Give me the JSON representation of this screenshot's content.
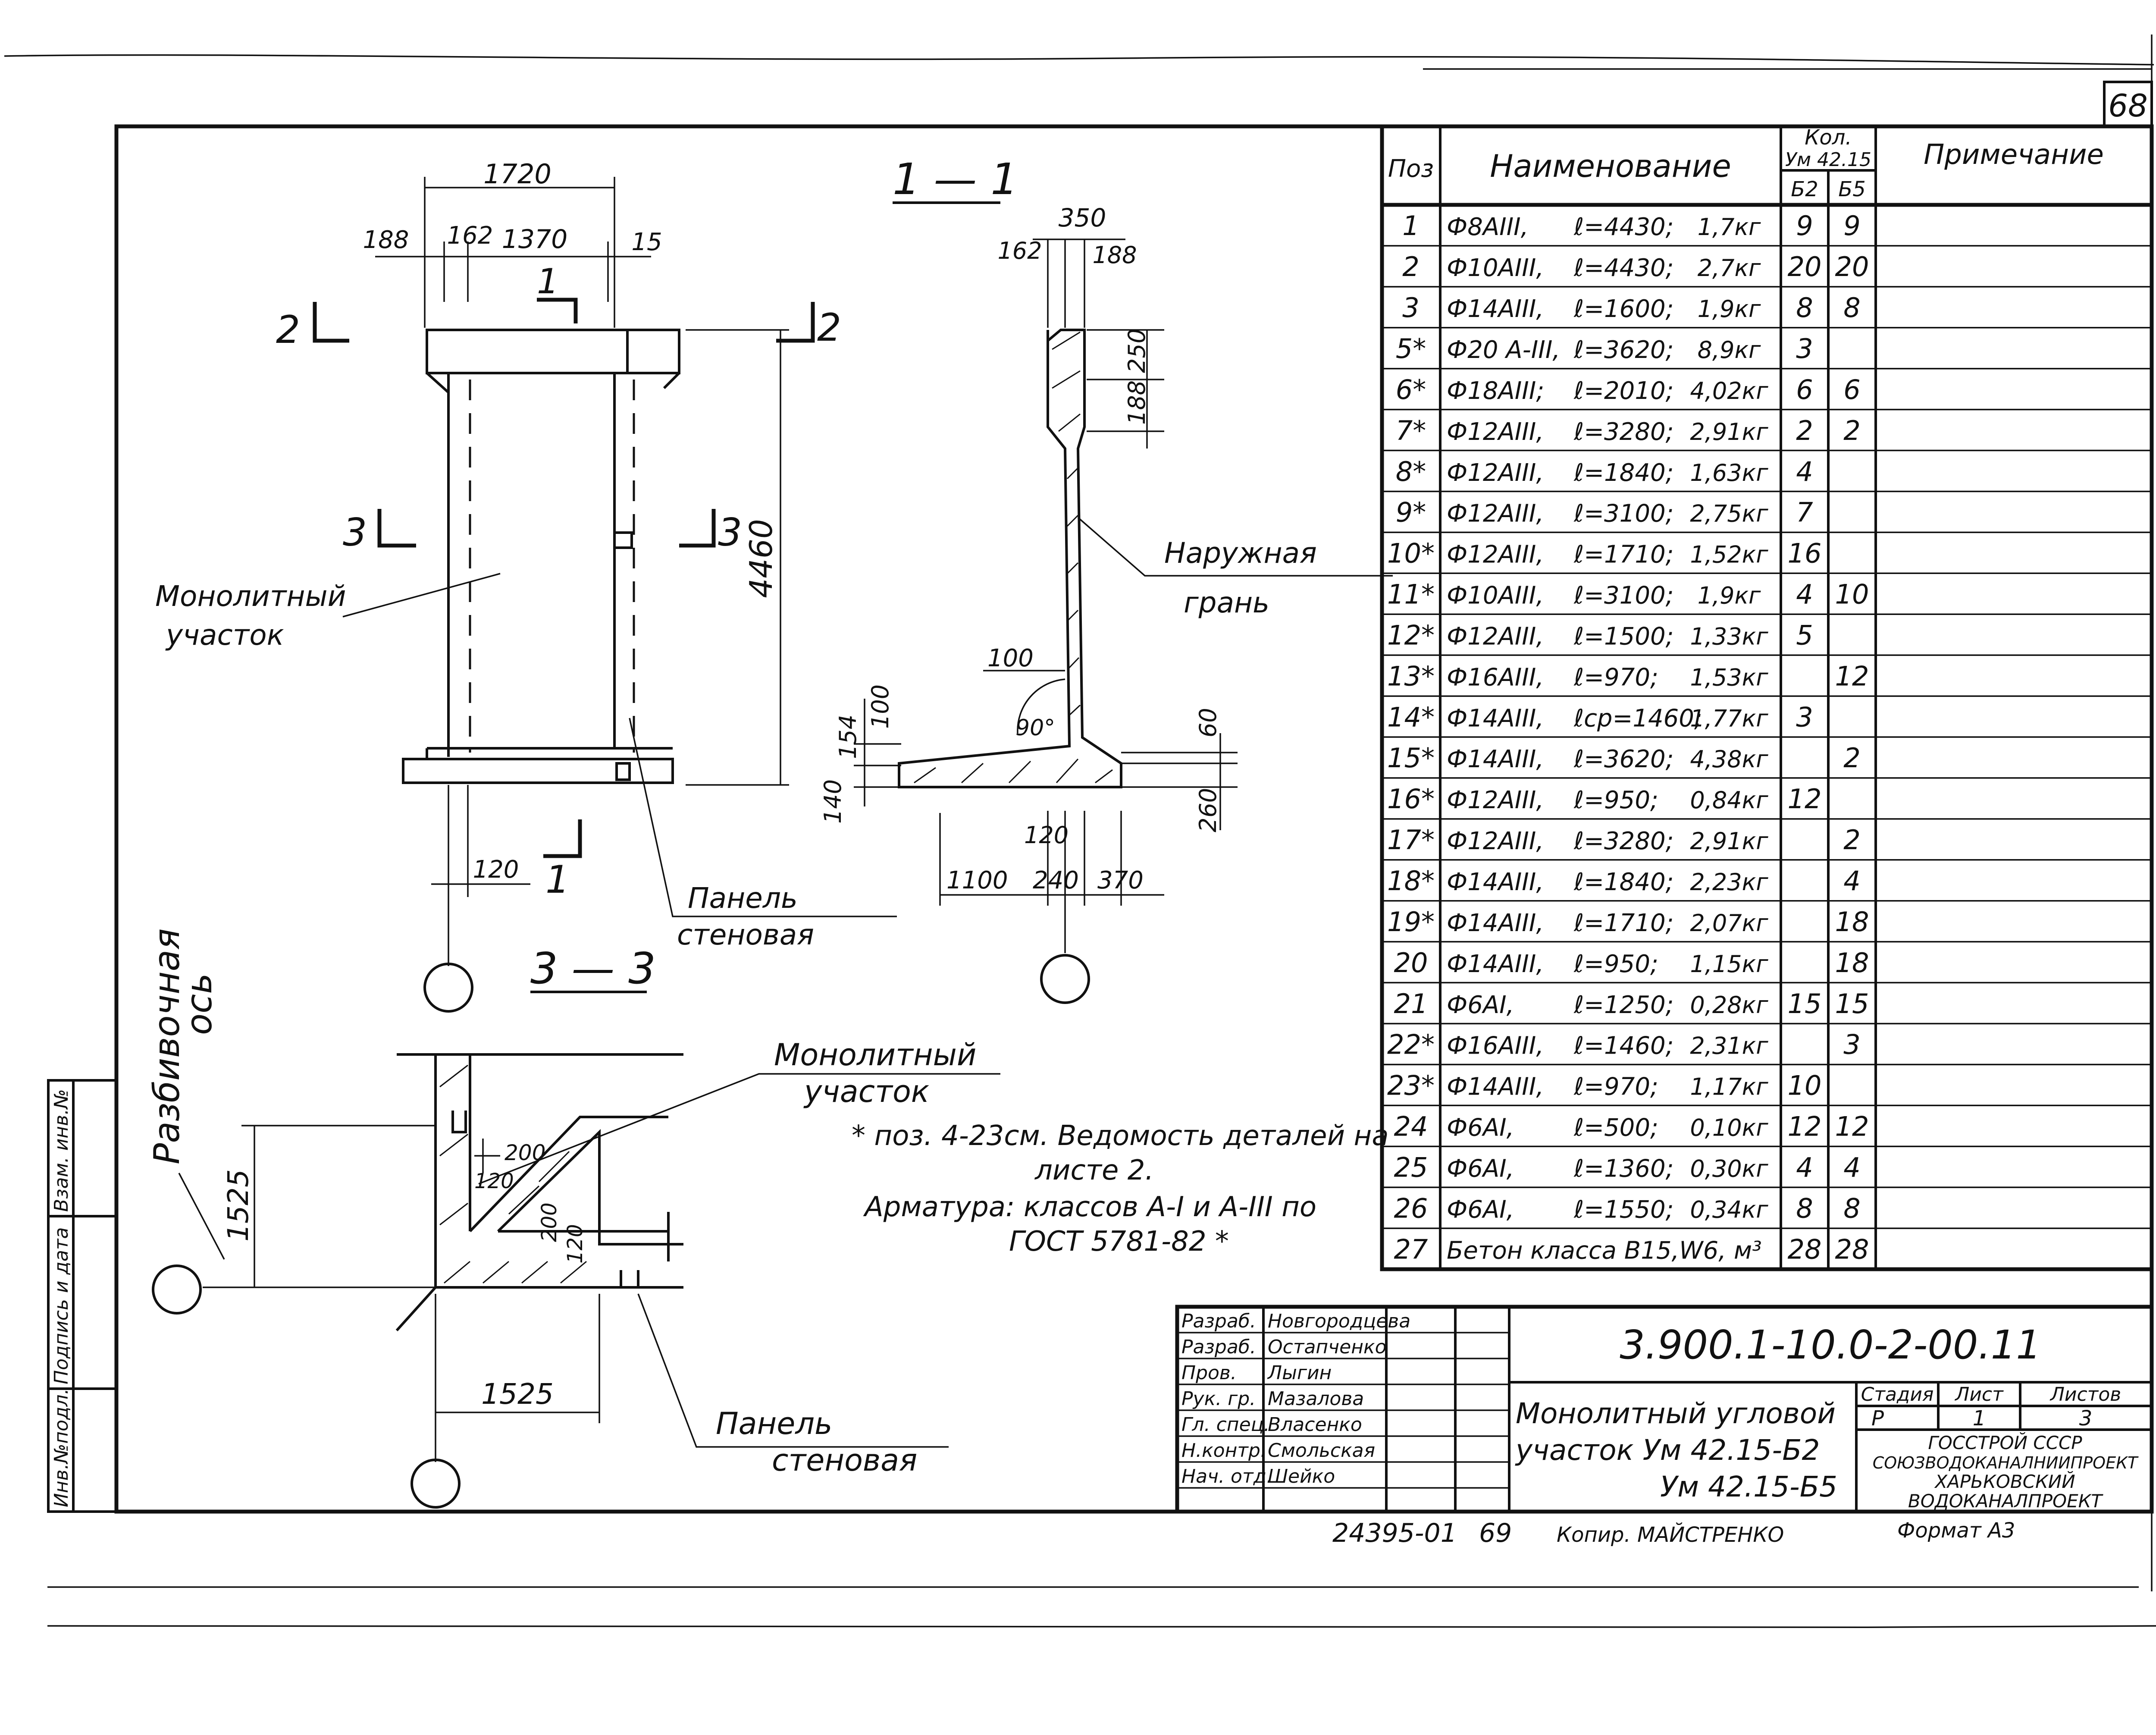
{
  "sheet_number": "68",
  "views": {
    "plan": {
      "dims": {
        "d1720": "1720",
        "d188": "188",
        "d162": "162",
        "d1370": "1370",
        "d15": "15",
        "d4460": "4460",
        "d120": "120"
      },
      "section_marks": {
        "s1_top": "1",
        "s1_bottom": "1",
        "s2_left": "2",
        "s2_right": "2",
        "s3_left": "3",
        "s3_right": "3"
      },
      "labels": {
        "monolith_1": "Монолитный",
        "monolith_2": "участок",
        "panel_1": "Панель",
        "panel_2": "стеновая",
        "axis_1": "Разбивочная",
        "axis_2": "ось"
      }
    },
    "section_1_1": {
      "title": "1 — 1",
      "dims": {
        "d350": "350",
        "d162": "162",
        "d188": "188",
        "d250": "250",
        "d188b": "188",
        "d100a": "100",
        "d90": "90°",
        "d154": "154",
        "d100b": "100",
        "d140": "140",
        "d60": "60",
        "d260": "260",
        "d120": "120",
        "d1100": "1100",
        "d240": "240",
        "d370": "370"
      },
      "labels": {
        "outer_1": "Наружная",
        "outer_2": "грань"
      }
    },
    "section_3_3": {
      "title": "3 — 3",
      "dims": {
        "d200": "200",
        "d120": "120",
        "d200b": "200",
        "d120b": "120",
        "d1525v": "1525",
        "d1525h": "1525"
      },
      "labels": {
        "monolith_1": "Монолитный",
        "monolith_2": "участок",
        "panel_1": "Панель",
        "panel_2": "стеновая"
      }
    }
  },
  "notes": {
    "line1": "* поз. 4-23см. Ведомость деталей на",
    "line2": "листе 2.",
    "line3": "Арматура: классов А-I и А-III по",
    "line4": "ГОСТ 5781-82 *"
  },
  "spec_table": {
    "headers": {
      "pos": "Поз",
      "name": "Наименование",
      "qty": "Кол.",
      "qty_sub": "Ум 42.15",
      "col_b2": "Б2",
      "col_b5": "Б5",
      "note": "Примечание"
    },
    "rows": [
      {
        "pos": "1",
        "name": "Ф8АIII,",
        "len": "ℓ=4430;",
        "mass": "1,7кг",
        "b2": "9",
        "b5": "9"
      },
      {
        "pos": "2",
        "name": "Ф10АIII,",
        "len": "ℓ=4430;",
        "mass": "2,7кг",
        "b2": "20",
        "b5": "20"
      },
      {
        "pos": "3",
        "name": "Ф14АIII,",
        "len": "ℓ=1600;",
        "mass": "1,9кг",
        "b2": "8",
        "b5": "8"
      },
      {
        "pos": "5*",
        "name": "Ф20 А-III,",
        "len": "ℓ=3620;",
        "mass": "8,9кг",
        "b2": "3",
        "b5": ""
      },
      {
        "pos": "6*",
        "name": "Ф18АIII;",
        "len": "ℓ=2010;",
        "mass": "4,02кг",
        "b2": "6",
        "b5": "6"
      },
      {
        "pos": "7*",
        "name": "Ф12АIII,",
        "len": "ℓ=3280;",
        "mass": "2,91кг",
        "b2": "2",
        "b5": "2"
      },
      {
        "pos": "8*",
        "name": "Ф12АIII,",
        "len": "ℓ=1840;",
        "mass": "1,63кг",
        "b2": "4",
        "b5": ""
      },
      {
        "pos": "9*",
        "name": "Ф12АIII,",
        "len": "ℓ=3100;",
        "mass": "2,75кг",
        "b2": "7",
        "b5": ""
      },
      {
        "pos": "10*",
        "name": "Ф12АIII,",
        "len": "ℓ=1710;",
        "mass": "1,52кг",
        "b2": "16",
        "b5": ""
      },
      {
        "pos": "11*",
        "name": "Ф10АIII,",
        "len": "ℓ=3100;",
        "mass": "1,9кг",
        "b2": "4",
        "b5": "10"
      },
      {
        "pos": "12*",
        "name": "Ф12АIII,",
        "len": "ℓ=1500;",
        "mass": "1,33кг",
        "b2": "5",
        "b5": ""
      },
      {
        "pos": "13*",
        "name": "Ф16АIII,",
        "len": "ℓ=970;",
        "mass": "1,53кг",
        "b2": "",
        "b5": "12"
      },
      {
        "pos": "14*",
        "name": "Ф14АIII,",
        "len": "ℓср=1460;",
        "mass": "1,77кг",
        "b2": "3",
        "b5": ""
      },
      {
        "pos": "15*",
        "name": "Ф14АIII,",
        "len": "ℓ=3620;",
        "mass": "4,38кг",
        "b2": "",
        "b5": "2"
      },
      {
        "pos": "16*",
        "name": "Ф12АIII,",
        "len": "ℓ=950;",
        "mass": "0,84кг",
        "b2": "12",
        "b5": ""
      },
      {
        "pos": "17*",
        "name": "Ф12АIII,",
        "len": "ℓ=3280;",
        "mass": "2,91кг",
        "b2": "",
        "b5": "2"
      },
      {
        "pos": "18*",
        "name": "Ф14АIII,",
        "len": "ℓ=1840;",
        "mass": "2,23кг",
        "b2": "",
        "b5": "4"
      },
      {
        "pos": "19*",
        "name": "Ф14АIII,",
        "len": "ℓ=1710;",
        "mass": "2,07кг",
        "b2": "",
        "b5": "18"
      },
      {
        "pos": "20",
        "name": "Ф14АIII,",
        "len": "ℓ=950;",
        "mass": "1,15кг",
        "b2": "",
        "b5": "18"
      },
      {
        "pos": "21",
        "name": "Ф6АI,",
        "len": "ℓ=1250;",
        "mass": "0,28кг",
        "b2": "15",
        "b5": "15"
      },
      {
        "pos": "22*",
        "name": "Ф16АIII,",
        "len": "ℓ=1460;",
        "mass": "2,31кг",
        "b2": "",
        "b5": "3"
      },
      {
        "pos": "23*",
        "name": "Ф14АIII,",
        "len": "ℓ=970;",
        "mass": "1,17кг",
        "b2": "10",
        "b5": ""
      },
      {
        "pos": "24",
        "name": "Ф6АI,",
        "len": "ℓ=500;",
        "mass": "0,10кг",
        "b2": "12",
        "b5": "12"
      },
      {
        "pos": "25",
        "name": "Ф6АI,",
        "len": "ℓ=1360;",
        "mass": "0,30кг",
        "b2": "4",
        "b5": "4"
      },
      {
        "pos": "26",
        "name": "Ф6АI,",
        "len": "ℓ=1550;",
        "mass": "0,34кг",
        "b2": "8",
        "b5": "8"
      },
      {
        "pos": "27",
        "name": "Бетон класса В15,W6, м³",
        "len": "",
        "mass": "",
        "b2": "28",
        "b5": "28"
      }
    ]
  },
  "title_block": {
    "doc_code": "3.900.1-10.0-2-00.11",
    "title_1": "Монолитный угловой",
    "title_2": "участок  Ум 42.15-Б2",
    "title_3": "Ум 42.15-Б5",
    "roles": [
      {
        "role": "Разраб.",
        "name": "Новгородцева"
      },
      {
        "role": "Разраб.",
        "name": "Остапченко"
      },
      {
        "role": "Пров.",
        "name": "Лыгин"
      },
      {
        "role": "Рук. гр.",
        "name": "Мазалова"
      },
      {
        "role": "Гл. спец.",
        "name": "Власенко"
      },
      {
        "role": "Н.контр.",
        "name": "Смольская"
      },
      {
        "role": "Нач. отд.",
        "name": "Шейко"
      }
    ],
    "stage_label": "Стадия",
    "sheet_label": "Лист",
    "sheets_label": "Листов",
    "stage": "Р",
    "sheet": "1",
    "sheets": "3",
    "org_1": "ГОССТРОЙ СССР",
    "org_2": "СОЮЗВОДОКАНАЛНИИПРОЕКТ",
    "org_3": "ХАРЬКОВСКИЙ",
    "org_4": "ВОДОКАНАЛПРОЕКТ"
  },
  "side_stamp": {
    "c1": "Инв.№подл.",
    "c2": "Подпись и дата",
    "c3": "Взам. инв.№"
  },
  "footer": {
    "inv": "24395-01",
    "page": "69",
    "copier": "Копир. МАЙСТРЕНКО",
    "format": "Формат А3"
  }
}
